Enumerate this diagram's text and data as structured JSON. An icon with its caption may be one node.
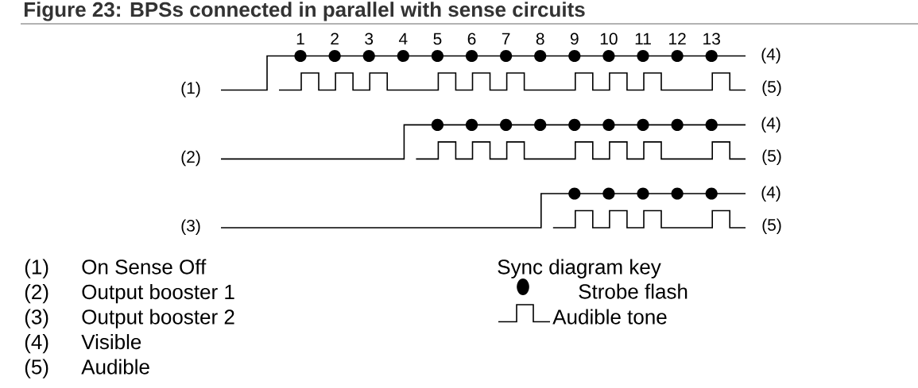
{
  "diagram": {
    "title": "Figure 23: BPSs connected in parallel with sense circuits",
    "labels": [
      "1",
      "2",
      "3",
      "4",
      "5",
      "6",
      "7",
      "8",
      "9",
      "10",
      "11",
      "12",
      "13",
      "(4)",
      "(1)",
      "(5)",
      "(4)",
      "(2)",
      "(5)",
      "(4)",
      "(3)",
      "(5)",
      "(1)",
      "On Sense Off",
      "Sync diagram key",
      "(2)",
      "Output booster 1",
      "(3)",
      "Output booster 2",
      "(4)",
      "Visible",
      "(5)",
      "Audible"
    ],
    "legend": [
      {
        "text": "Strobe flash"
      },
      {
        "text": "Audible tone"
      }
    ]
  }
}
